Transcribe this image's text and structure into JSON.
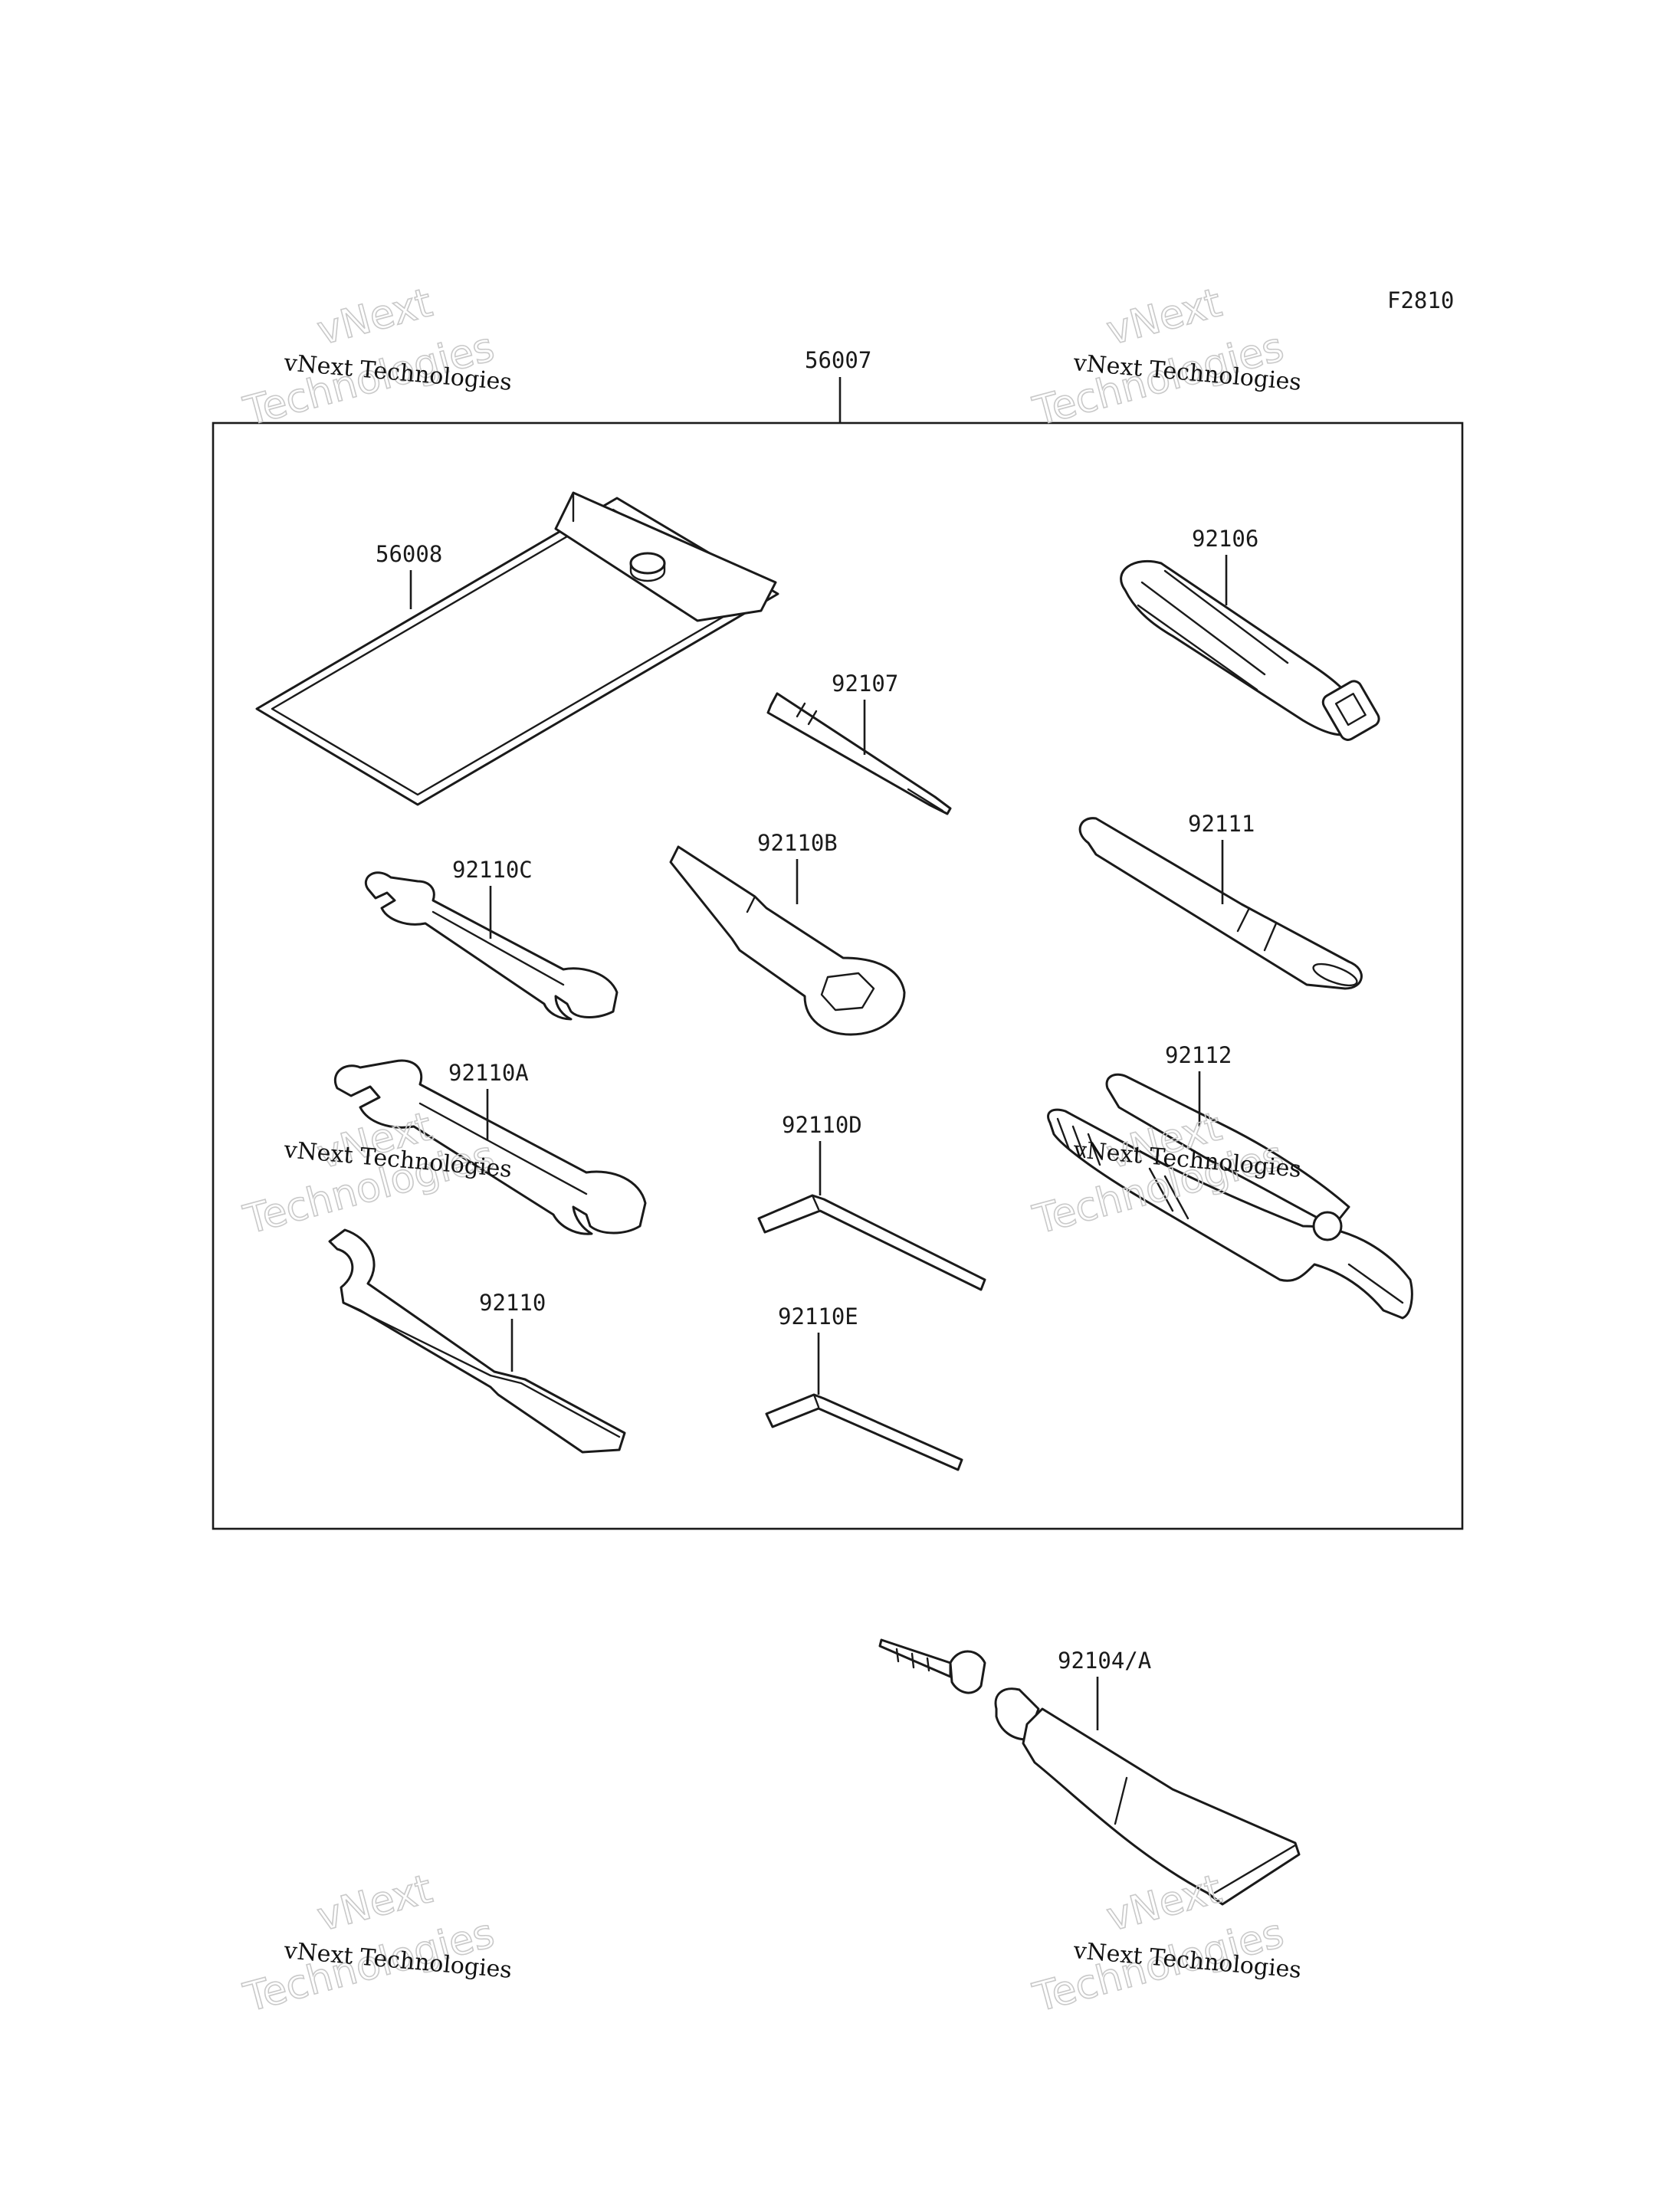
{
  "figure_code": "F2810",
  "assembly": {
    "part_no": "56007"
  },
  "parts": {
    "pouch": "56008",
    "driver_handle": "92106",
    "driver_bit": "92107",
    "wrench_c": "92110C",
    "box_wrench_b": "92110B",
    "extension_bar": "92111",
    "wrench_a": "92110A",
    "hex_key_d": "92110D",
    "pliers": "92112",
    "spanner_hook": "92110",
    "hex_key_e": "92110E",
    "repair_tube": "92104/A"
  },
  "watermark": {
    "line_small": "vNext Technologies",
    "line_big_1": "vNext",
    "line_big_2": "Technologies"
  }
}
